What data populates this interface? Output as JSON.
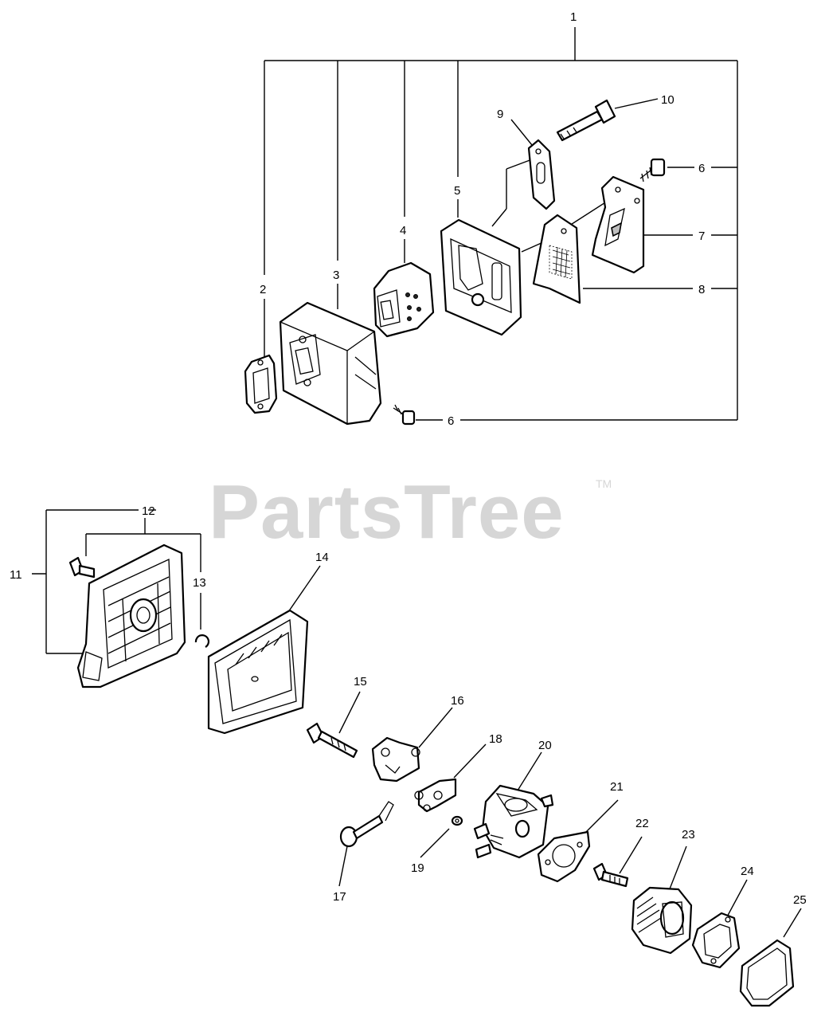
{
  "watermark": {
    "text": "PartsTree",
    "trademark": "TM"
  },
  "callouts": [
    "1",
    "2",
    "3",
    "4",
    "5",
    "6",
    "6",
    "7",
    "8",
    "9",
    "10",
    "11",
    "12",
    "13",
    "14",
    "15",
    "16",
    "17",
    "18",
    "19",
    "20",
    "21",
    "22",
    "23",
    "24",
    "25"
  ]
}
